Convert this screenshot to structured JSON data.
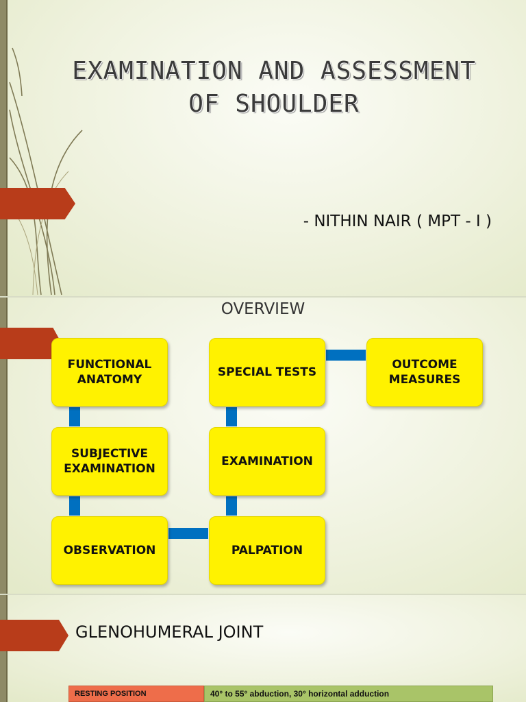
{
  "slide1": {
    "title_line1": "EXAMINATION AND ASSESSMENT",
    "title_line2": "OF SHOULDER",
    "author": "- NITHIN NAIR ( MPT - I )"
  },
  "slide2": {
    "title": "OVERVIEW",
    "boxes": {
      "functional_anatomy": "FUNCTIONAL ANATOMY",
      "subjective_examination": "SUBJECTIVE EXAMINATION",
      "observation": "OBSERVATION",
      "palpation": "PALPATION",
      "examination": "EXAMINATION",
      "special_tests": "SPECIAL TESTS",
      "outcome_measures": "OUTCOME MEASURES"
    },
    "box_color": "#fff200",
    "connector_color": "#0070c0"
  },
  "slide3": {
    "title": "GLENOHUMERAL JOINT",
    "table": [
      {
        "label": "RESTING POSITION",
        "value": "40° to 55° abduction, 30° horizontal adduction"
      }
    ]
  },
  "colors": {
    "accent_tab": "#b83c1a",
    "left_bar": "#8e8a66",
    "table_label_bg": "#ee6d4a",
    "table_value_bg": "#a9c468"
  }
}
